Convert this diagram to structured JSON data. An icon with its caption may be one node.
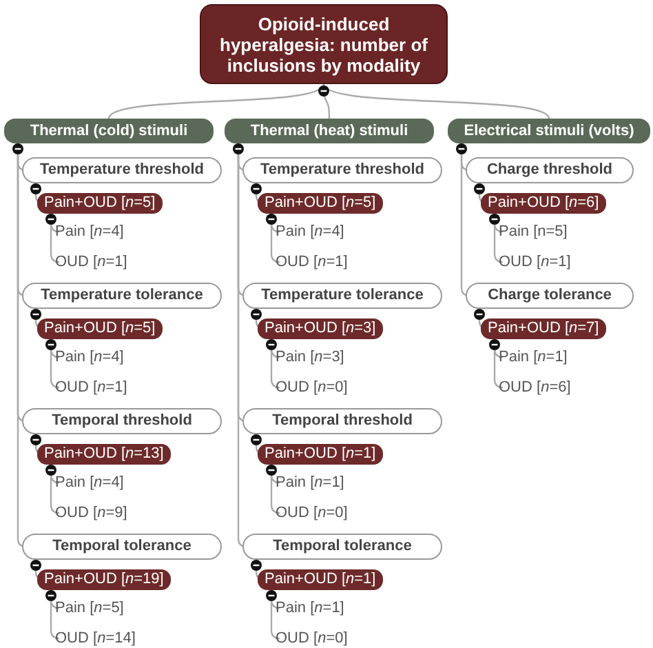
{
  "diagram": {
    "nodes": [
      {
        "text": [
          "Opioid-induced hyperalgesia: number of inclusions by modality"
        ]
      },
      {
        "text": [
          "Thermal (cold) stimuli"
        ]
      },
      {
        "text": [
          "Temperature threshold"
        ]
      },
      {
        "text": [
          "Pain+OUD [*n*=5]"
        ]
      },
      {
        "text": [
          "Pain [*n*=4]"
        ]
      },
      {
        "text": [
          "OUD [*n*=1]"
        ]
      },
      {
        "text": [
          "Temperature tolerance"
        ]
      },
      {
        "text": [
          "Pain+OUD [*n*=5]"
        ]
      },
      {
        "text": [
          "Pain [*n*=4]"
        ]
      },
      {
        "text": [
          "OUD [*n*=1]"
        ]
      },
      {
        "text": [
          "Temporal threshold"
        ]
      },
      {
        "text": [
          "Pain+OUD [*n*=13]"
        ]
      },
      {
        "text": [
          "Pain [*n*=4]"
        ]
      },
      {
        "text": [
          "OUD [*n*=9]"
        ]
      },
      {
        "text": [
          "Temporal tolerance"
        ]
      },
      {
        "text": [
          "Pain+OUD [*n*=19]"
        ]
      },
      {
        "text": [
          "Pain [*n*=5]"
        ]
      },
      {
        "text": [
          "OUD [*n*=14]"
        ]
      },
      {
        "text": [
          "Thermal (heat) stimuli"
        ]
      },
      {
        "text": [
          "Temperature threshold"
        ]
      },
      {
        "text": [
          "Pain+OUD [*n*=5]"
        ]
      },
      {
        "text": [
          "Pain [*n*=4]"
        ]
      },
      {
        "text": [
          "OUD [*n*=1]"
        ]
      },
      {
        "text": [
          "Temperature tolerance"
        ]
      },
      {
        "text": [
          "Pain+OUD [*n*=3]"
        ]
      },
      {
        "text": [
          "Pain [*n*=3]"
        ]
      },
      {
        "text": [
          "OUD [*n*=0]"
        ]
      },
      {
        "text": [
          "Temporal threshold"
        ]
      },
      {
        "text": [
          "Pain+OUD [*n*=1]"
        ]
      },
      {
        "text": [
          "Pain [*n*=1]"
        ]
      },
      {
        "text": [
          "OUD [*n*=0]"
        ]
      },
      {
        "text": [
          "Temporal tolerance"
        ]
      },
      {
        "text": [
          "Pain+OUD [*n*=1]"
        ]
      },
      {
        "text": [
          "Pain [*n*=1]"
        ]
      },
      {
        "text": [
          "OUD [*n*=0]"
        ]
      },
      {
        "text": [
          "Electrical stimuli (volts)"
        ]
      },
      {
        "text": [
          "Charge threshold"
        ]
      },
      {
        "text": [
          "Pain+OUD [*n*=6]"
        ]
      },
      {
        "text": [
          "Pain [n=5]"
        ]
      },
      {
        "text": [
          "OUD [*n*=1]"
        ]
      },
      {
        "text": [
          "Charge tolerance"
        ]
      },
      {
        "text": [
          "Pain+OUD [*n*=7]"
        ]
      },
      {
        "text": [
          "Pain [*n*=1]"
        ]
      },
      {
        "text": [
          "OUD [*n*=6]"
        ]
      }
    ],
    "edges": [
      {
        "from": 0,
        "to": 1,
        "arrow": "none"
      },
      {
        "from": 1,
        "to": 2,
        "arrow": "none"
      },
      {
        "from": 2,
        "to": 3,
        "arrow": "none"
      },
      {
        "from": 3,
        "to": 4,
        "arrow": "none"
      },
      {
        "from": 3,
        "to": 5,
        "arrow": "none"
      },
      {
        "from": 1,
        "to": 6,
        "arrow": "none"
      },
      {
        "from": 6,
        "to": 7,
        "arrow": "none"
      },
      {
        "from": 7,
        "to": 8,
        "arrow": "none"
      },
      {
        "from": 7,
        "to": 9,
        "arrow": "none"
      },
      {
        "from": 1,
        "to": 10,
        "arrow": "none"
      },
      {
        "from": 10,
        "to": 11,
        "arrow": "none"
      },
      {
        "from": 11,
        "to": 12,
        "arrow": "none"
      },
      {
        "from": 11,
        "to": 13,
        "arrow": "none"
      },
      {
        "from": 1,
        "to": 14,
        "arrow": "none"
      },
      {
        "from": 14,
        "to": 15,
        "arrow": "none"
      },
      {
        "from": 15,
        "to": 16,
        "arrow": "none"
      },
      {
        "from": 15,
        "to": 17,
        "arrow": "none"
      },
      {
        "from": 0,
        "to": 18,
        "arrow": "none"
      },
      {
        "from": 18,
        "to": 19,
        "arrow": "none"
      },
      {
        "from": 19,
        "to": 20,
        "arrow": "none"
      },
      {
        "from": 20,
        "to": 21,
        "arrow": "none"
      },
      {
        "from": 20,
        "to": 22,
        "arrow": "none"
      },
      {
        "from": 18,
        "to": 23,
        "arrow": "none"
      },
      {
        "from": 23,
        "to": 24,
        "arrow": "none"
      },
      {
        "from": 24,
        "to": 25,
        "arrow": "none"
      },
      {
        "from": 24,
        "to": 26,
        "arrow": "none"
      },
      {
        "from": 18,
        "to": 27,
        "arrow": "none"
      },
      {
        "from": 27,
        "to": 28,
        "arrow": "none"
      },
      {
        "from": 28,
        "to": 29,
        "arrow": "none"
      },
      {
        "from": 28,
        "to": 30,
        "arrow": "none"
      },
      {
        "from": 18,
        "to": 31,
        "arrow": "none"
      },
      {
        "from": 31,
        "to": 32,
        "arrow": "none"
      },
      {
        "from": 32,
        "to": 33,
        "arrow": "none"
      },
      {
        "from": 32,
        "to": 34,
        "arrow": "none"
      },
      {
        "from": 0,
        "to": 35,
        "arrow": "none"
      },
      {
        "from": 35,
        "to": 36,
        "arrow": "none"
      },
      {
        "from": 36,
        "to": 37,
        "arrow": "none"
      },
      {
        "from": 37,
        "to": 38,
        "arrow": "none"
      },
      {
        "from": 37,
        "to": 39,
        "arrow": "none"
      },
      {
        "from": 35,
        "to": 40,
        "arrow": "none"
      },
      {
        "from": 40,
        "to": 41,
        "arrow": "none"
      },
      {
        "from": 41,
        "to": 42,
        "arrow": "none"
      },
      {
        "from": 41,
        "to": 43,
        "arrow": "none"
      }
    ]
  }
}
